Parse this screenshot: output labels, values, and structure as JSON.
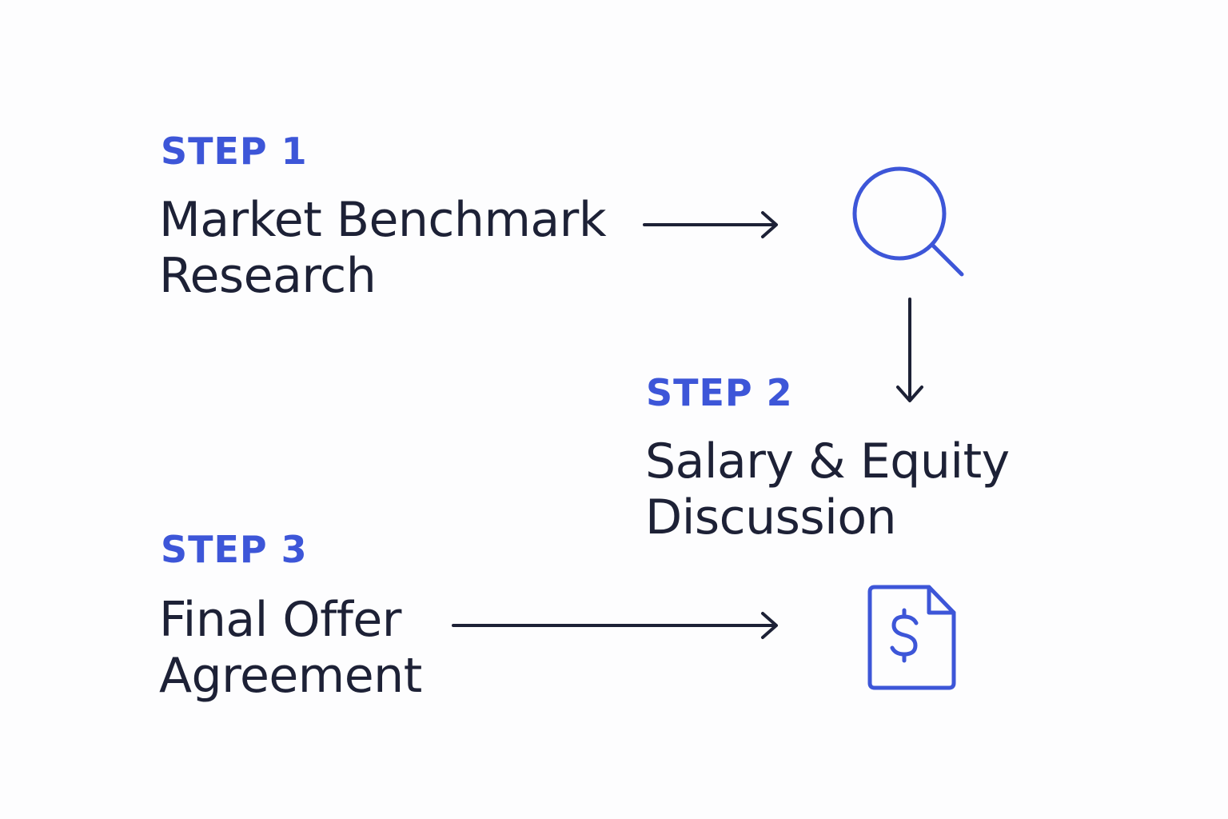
{
  "colors": {
    "accent": "#3d56d8",
    "text": "#1d2136",
    "background": "#fdfdfe"
  },
  "steps": [
    {
      "label": "STEP 1",
      "title_line1": "Market Benchmark",
      "title_line2": "Research",
      "icon": "magnifying-glass-icon"
    },
    {
      "label": "STEP 2",
      "title_line1": "Salary & Equity",
      "title_line2": "Discussion"
    },
    {
      "label": "STEP 3",
      "title_line1": "Final Offer",
      "title_line2": "Agreement",
      "icon": "dollar-document-icon"
    }
  ]
}
